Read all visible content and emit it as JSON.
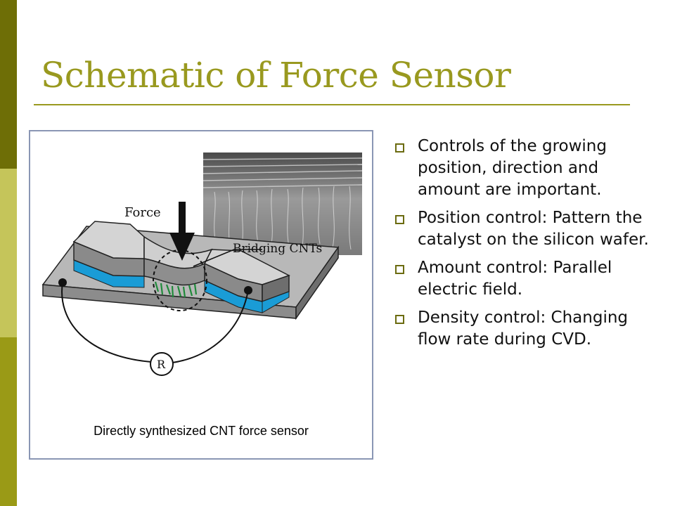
{
  "slide": {
    "title": "Schematic of Force Sensor"
  },
  "figure": {
    "caption": "Directly synthesized CNT force sensor",
    "labels": {
      "force": "Force",
      "bridging": "Bridging CNTs",
      "resistor": "R"
    }
  },
  "bullets": [
    "Controls of the growing position, direction and amount are important.",
    "Position control: Pattern the catalyst on the silicon wafer.",
    "Amount control: Parallel electric field.",
    "Density control: Changing flow rate during CVD."
  ],
  "colors": {
    "title": "#99991f",
    "stripe_top": "#6e6e06",
    "stripe_mid": "#c5c55a",
    "stripe_bottom": "#9a9a16",
    "figure_border": "#8a96b4",
    "bullet_icon": "#6b6b10"
  }
}
